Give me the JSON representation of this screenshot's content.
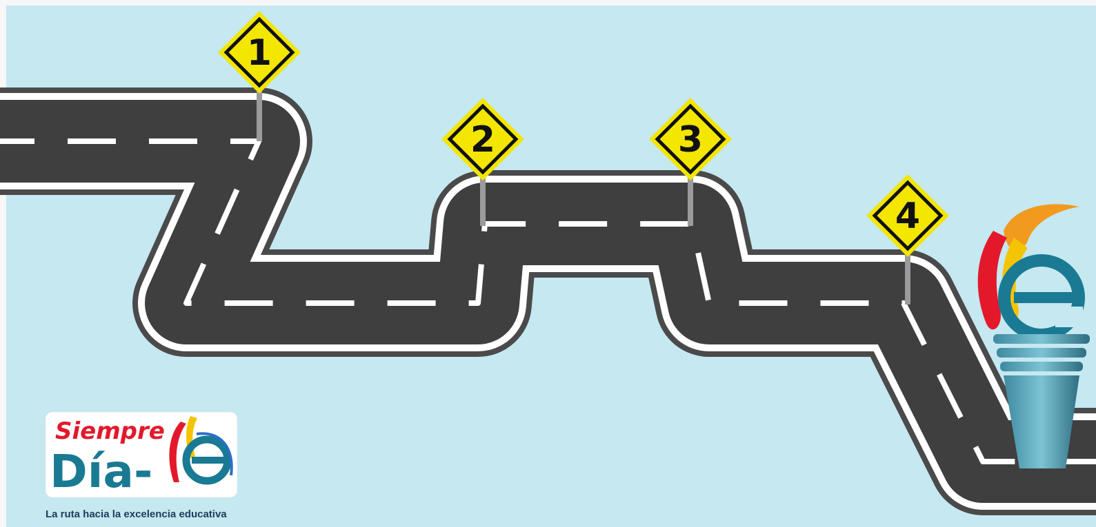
{
  "colors": {
    "sky": "#c5e8f1",
    "frame": "#f7f7f7",
    "road_edge": "#4a4a4a",
    "road": "#3f3f3f",
    "road_stripe": "#ffffff",
    "sign_yellow": "#f3e600",
    "sign_border": "#111111",
    "pole": "#9b9b9b",
    "logo_red": "#e3192b",
    "logo_teal": "#1a7a93",
    "logo_yellow": "#f5c400",
    "logo_blue": "#2a6fc9",
    "tagline": "#1c3d5a"
  },
  "signs": [
    {
      "number": "1"
    },
    {
      "number": "2"
    },
    {
      "number": "3"
    },
    {
      "number": "4"
    }
  ],
  "logo": {
    "line1": "Siempre",
    "line2": "Día-",
    "tagline": "La ruta hacia la excelencia educativa"
  }
}
